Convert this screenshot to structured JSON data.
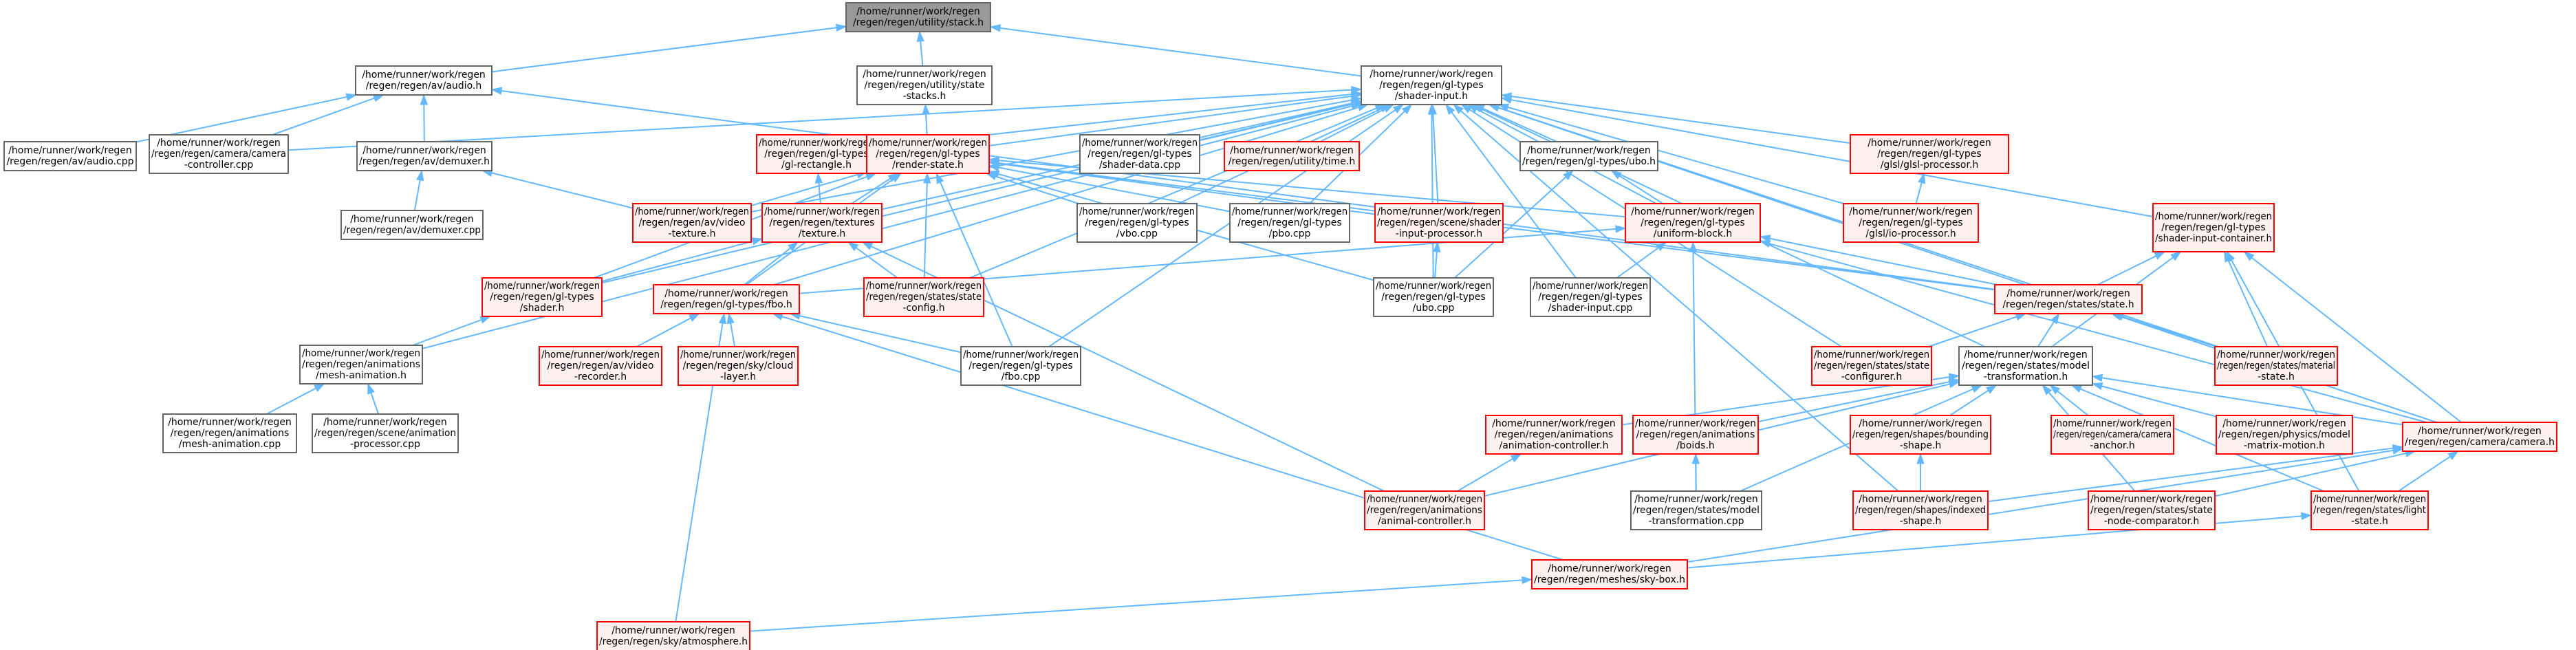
{
  "diagram": {
    "type": "include-dependency-graph",
    "colors": {
      "edge": "#63b8ff",
      "root_fill": "#999999",
      "node_border": "#666666",
      "incomplete_fill": "#fff0f0",
      "incomplete_border": "#ff0000"
    },
    "nodes": [
      {
        "id": "stack",
        "style": "root",
        "lines": [
          "/home/runner/work/regen",
          "/regen/regen/utility/stack.h"
        ]
      },
      {
        "id": "audio_h",
        "style": "normal",
        "lines": [
          "/home/runner/work/regen",
          "/regen/regen/av/audio.h"
        ]
      },
      {
        "id": "state_stacks",
        "style": "normal",
        "lines": [
          "/home/runner/work/regen",
          "/regen/regen/utility/state",
          "-stacks.h"
        ]
      },
      {
        "id": "shader_input_h",
        "style": "normal",
        "lines": [
          "/home/runner/work/regen",
          "/regen/regen/gl-types",
          "/shader-input.h"
        ]
      },
      {
        "id": "audio_cpp",
        "style": "normal",
        "lines": [
          "/home/runner/work/regen",
          "/regen/regen/av/audio.cpp"
        ]
      },
      {
        "id": "camera_controller",
        "style": "normal",
        "lines": [
          "/home/runner/work/regen",
          "/regen/regen/camera/camera",
          "-controller.cpp"
        ]
      },
      {
        "id": "demuxer_h",
        "style": "normal",
        "lines": [
          "/home/runner/work/regen",
          "/regen/regen/av/demuxer.h"
        ]
      },
      {
        "id": "gl_rectangle",
        "style": "red",
        "lines": [
          "/home/runner/work/regen",
          "/regen/regen/gl-types",
          "/gl-rectangle.h"
        ]
      },
      {
        "id": "render_state",
        "style": "red",
        "lines": [
          "/home/runner/work/regen",
          "/regen/regen/gl-types",
          "/render-state.h"
        ]
      },
      {
        "id": "shader_data_cpp",
        "style": "normal",
        "lines": [
          "/home/runner/work/regen",
          "/regen/regen/gl-types",
          "/shader-data.cpp"
        ]
      },
      {
        "id": "utility_time",
        "style": "red",
        "lines": [
          "/home/runner/work/regen",
          "/regen/regen/utility/time.h"
        ]
      },
      {
        "id": "ubo_h",
        "style": "normal",
        "lines": [
          "/home/runner/work/regen",
          "/regen/regen/gl-types/ubo.h"
        ]
      },
      {
        "id": "glsl_processor",
        "style": "red",
        "lines": [
          "/home/runner/work/regen",
          "/regen/regen/gl-types",
          "/glsl/glsl-processor.h"
        ]
      },
      {
        "id": "demuxer_cpp",
        "style": "normal",
        "lines": [
          "/home/runner/work/regen",
          "/regen/regen/av/demuxer.cpp"
        ]
      },
      {
        "id": "video_texture",
        "style": "red",
        "lines": [
          "/home/runner/work/regen",
          "/regen/regen/av/video",
          "-texture.h"
        ]
      },
      {
        "id": "textures_texture",
        "style": "red",
        "lines": [
          "/home/runner/work/regen",
          "/regen/regen/textures",
          "/texture.h"
        ]
      },
      {
        "id": "vbo_cpp",
        "style": "normal",
        "lines": [
          "/home/runner/work/regen",
          "/regen/regen/gl-types",
          "/vbo.cpp"
        ]
      },
      {
        "id": "pbo_cpp",
        "style": "normal",
        "lines": [
          "/home/runner/work/regen",
          "/regen/regen/gl-types",
          "/pbo.cpp"
        ]
      },
      {
        "id": "shader_input_processor",
        "style": "red",
        "lines": [
          "/home/runner/work/regen",
          "/regen/regen/scene/shader",
          "-input-processor.h"
        ]
      },
      {
        "id": "uniform_block",
        "style": "red",
        "lines": [
          "/home/runner/work/regen",
          "/regen/regen/gl-types",
          "/uniform-block.h"
        ]
      },
      {
        "id": "io_processor",
        "style": "red",
        "lines": [
          "/home/runner/work/regen",
          "/regen/regen/gl-types",
          "/glsl/io-processor.h"
        ]
      },
      {
        "id": "shader_input_container",
        "style": "red",
        "lines": [
          "/home/runner/work/regen",
          "/regen/regen/gl-types",
          "/shader-input-container.h"
        ]
      },
      {
        "id": "shader_h",
        "style": "red",
        "lines": [
          "/home/runner/work/regen",
          "/regen/regen/gl-types",
          "/shader.h"
        ]
      },
      {
        "id": "fbo_h",
        "style": "red",
        "lines": [
          "/home/runner/work/regen",
          "/regen/regen/gl-types/fbo.h"
        ]
      },
      {
        "id": "state_config",
        "style": "red",
        "lines": [
          "/home/runner/work/regen",
          "/regen/regen/states/state",
          "-config.h"
        ]
      },
      {
        "id": "ubo_cpp",
        "style": "normal",
        "lines": [
          "/home/runner/work/regen",
          "/regen/regen/gl-types",
          "/ubo.cpp"
        ]
      },
      {
        "id": "shader_input_cpp",
        "style": "normal",
        "lines": [
          "/home/runner/work/regen",
          "/regen/regen/gl-types",
          "/shader-input.cpp"
        ]
      },
      {
        "id": "states_state",
        "style": "red",
        "lines": [
          "/home/runner/work/regen",
          "/regen/regen/states/state.h"
        ]
      },
      {
        "id": "mesh_animation_h",
        "style": "normal",
        "lines": [
          "/home/runner/work/regen",
          "/regen/regen/animations",
          "/mesh-animation.h"
        ]
      },
      {
        "id": "video_recorder",
        "style": "red",
        "lines": [
          "/home/runner/work/regen",
          "/regen/regen/av/video",
          "-recorder.h"
        ]
      },
      {
        "id": "cloud_layer",
        "style": "red",
        "lines": [
          "/home/runner/work/regen",
          "/regen/regen/sky/cloud",
          "-layer.h"
        ]
      },
      {
        "id": "fbo_cpp",
        "style": "normal",
        "lines": [
          "/home/runner/work/regen",
          "/regen/regen/gl-types",
          "/fbo.cpp"
        ]
      },
      {
        "id": "state_configurer",
        "style": "red",
        "lines": [
          "/home/runner/work/regen",
          "/regen/regen/states/state",
          "-configurer.h"
        ]
      },
      {
        "id": "model_transformation_h",
        "style": "normal",
        "lines": [
          "/home/runner/work/regen",
          "/regen/regen/states/model",
          "-transformation.h"
        ]
      },
      {
        "id": "material_state",
        "style": "red",
        "lines": [
          "/home/runner/work/regen",
          "/regen/regen/states/material",
          "-state.h"
        ]
      },
      {
        "id": "mesh_animation_cpp",
        "style": "normal",
        "lines": [
          "/home/runner/work/regen",
          "/regen/regen/animations",
          "/mesh-animation.cpp"
        ]
      },
      {
        "id": "animation_processor",
        "style": "normal",
        "lines": [
          "/home/runner/work/regen",
          "/regen/regen/scene/animation",
          "-processor.cpp"
        ]
      },
      {
        "id": "animation_controller",
        "style": "red",
        "lines": [
          "/home/runner/work/regen",
          "/regen/regen/animations",
          "/animation-controller.h"
        ]
      },
      {
        "id": "boids",
        "style": "red",
        "lines": [
          "/home/runner/work/regen",
          "/regen/regen/animations",
          "/boids.h"
        ]
      },
      {
        "id": "bounding_shape",
        "style": "red",
        "lines": [
          "/home/runner/work/regen",
          "/regen/regen/shapes/bounding",
          "-shape.h"
        ]
      },
      {
        "id": "camera_anchor",
        "style": "red",
        "lines": [
          "/home/runner/work/regen",
          "/regen/regen/camera/camera",
          "-anchor.h"
        ]
      },
      {
        "id": "matrix_motion",
        "style": "red",
        "lines": [
          "/home/runner/work/regen",
          "/regen/regen/physics/model",
          "-matrix-motion.h"
        ]
      },
      {
        "id": "camera_h",
        "style": "red",
        "lines": [
          "/home/runner/work/regen",
          "/regen/regen/camera/camera.h"
        ]
      },
      {
        "id": "animal_controller",
        "style": "red",
        "lines": [
          "/home/runner/work/regen",
          "/regen/regen/animations",
          "/animal-controller.h"
        ]
      },
      {
        "id": "model_transformation_cpp",
        "style": "normal",
        "lines": [
          "/home/runner/work/regen",
          "/regen/regen/states/model",
          "-transformation.cpp"
        ]
      },
      {
        "id": "indexed_shape",
        "style": "red",
        "lines": [
          "/home/runner/work/regen",
          "/regen/regen/shapes/indexed",
          "-shape.h"
        ]
      },
      {
        "id": "node_comparator",
        "style": "red",
        "lines": [
          "/home/runner/work/regen",
          "/regen/regen/states/state",
          "-node-comparator.h"
        ]
      },
      {
        "id": "light_state",
        "style": "red",
        "lines": [
          "/home/runner/work/regen",
          "/regen/regen/states/light",
          "-state.h"
        ]
      },
      {
        "id": "sky_box",
        "style": "red",
        "lines": [
          "/home/runner/work/regen",
          "/regen/regen/meshes/sky-box.h"
        ]
      },
      {
        "id": "atmosphere",
        "style": "red",
        "lines": [
          "/home/runner/work/regen",
          "/regen/regen/sky/atmosphere.h"
        ]
      }
    ],
    "edges": [
      [
        "audio_h",
        "stack"
      ],
      [
        "state_stacks",
        "stack"
      ],
      [
        "shader_input_h",
        "stack"
      ],
      [
        "audio_cpp",
        "audio_h"
      ],
      [
        "camera_controller",
        "audio_h"
      ],
      [
        "demuxer_h",
        "audio_h"
      ],
      [
        "states_state",
        "audio_h"
      ],
      [
        "render_state",
        "state_stacks"
      ],
      [
        "mesh_animation_h",
        "shader_input_h"
      ],
      [
        "camera_controller",
        "shader_input_h"
      ],
      [
        "gl_rectangle",
        "shader_input_h"
      ],
      [
        "render_state",
        "shader_input_h"
      ],
      [
        "shader_data_cpp",
        "shader_input_h"
      ],
      [
        "utility_time",
        "shader_input_h"
      ],
      [
        "ubo_h",
        "shader_input_h"
      ],
      [
        "glsl_processor",
        "shader_input_h"
      ],
      [
        "video_texture",
        "shader_input_h"
      ],
      [
        "textures_texture",
        "shader_input_h"
      ],
      [
        "vbo_cpp",
        "shader_input_h"
      ],
      [
        "pbo_cpp",
        "shader_input_h"
      ],
      [
        "shader_input_processor",
        "shader_input_h"
      ],
      [
        "uniform_block",
        "shader_input_h"
      ],
      [
        "io_processor",
        "shader_input_h"
      ],
      [
        "shader_input_container",
        "shader_input_h"
      ],
      [
        "shader_h",
        "shader_input_h"
      ],
      [
        "fbo_h",
        "shader_input_h"
      ],
      [
        "state_config",
        "shader_input_h"
      ],
      [
        "ubo_cpp",
        "shader_input_h"
      ],
      [
        "shader_input_cpp",
        "shader_input_h"
      ],
      [
        "states_state",
        "shader_input_h"
      ],
      [
        "fbo_cpp",
        "shader_input_h"
      ],
      [
        "state_configurer",
        "shader_input_h"
      ],
      [
        "model_transformation_h",
        "shader_input_h"
      ],
      [
        "material_state",
        "shader_input_h"
      ],
      [
        "indexed_shape",
        "shader_input_h"
      ],
      [
        "demuxer_cpp",
        "demuxer_h"
      ],
      [
        "video_texture",
        "demuxer_h"
      ],
      [
        "textures_texture",
        "gl_rectangle"
      ],
      [
        "video_texture",
        "render_state"
      ],
      [
        "textures_texture",
        "render_state"
      ],
      [
        "vbo_cpp",
        "render_state"
      ],
      [
        "pbo_cpp",
        "render_state"
      ],
      [
        "shader_input_processor",
        "render_state"
      ],
      [
        "uniform_block",
        "render_state"
      ],
      [
        "shader_h",
        "render_state"
      ],
      [
        "fbo_h",
        "render_state"
      ],
      [
        "state_config",
        "render_state"
      ],
      [
        "ubo_cpp",
        "render_state"
      ],
      [
        "fbo_cpp",
        "render_state"
      ],
      [
        "states_state",
        "render_state"
      ],
      [
        "uniform_block",
        "ubo_h"
      ],
      [
        "ubo_cpp",
        "ubo_h"
      ],
      [
        "io_processor",
        "glsl_processor"
      ],
      [
        "shader_h",
        "textures_texture"
      ],
      [
        "fbo_h",
        "textures_texture"
      ],
      [
        "state_config",
        "textures_texture"
      ],
      [
        "animal_controller",
        "textures_texture"
      ],
      [
        "ubo_cpp",
        "shader_input_processor"
      ],
      [
        "fbo_h",
        "uniform_block"
      ],
      [
        "shader_input_cpp",
        "uniform_block"
      ],
      [
        "states_state",
        "uniform_block"
      ],
      [
        "camera_h",
        "uniform_block"
      ],
      [
        "model_transformation_cpp",
        "uniform_block"
      ],
      [
        "states_state",
        "shader_input_container"
      ],
      [
        "model_transformation_h",
        "shader_input_container"
      ],
      [
        "material_state",
        "shader_input_container"
      ],
      [
        "camera_h",
        "shader_input_container"
      ],
      [
        "light_state",
        "shader_input_container"
      ],
      [
        "mesh_animation_h",
        "shader_h"
      ],
      [
        "video_recorder",
        "fbo_h"
      ],
      [
        "cloud_layer",
        "fbo_h"
      ],
      [
        "fbo_cpp",
        "fbo_h"
      ],
      [
        "sky_box",
        "fbo_h"
      ],
      [
        "atmosphere",
        "fbo_h"
      ],
      [
        "state_configurer",
        "states_state"
      ],
      [
        "model_transformation_h",
        "states_state"
      ],
      [
        "material_state",
        "states_state"
      ],
      [
        "camera_h",
        "states_state"
      ],
      [
        "mesh_animation_cpp",
        "mesh_animation_h"
      ],
      [
        "animation_processor",
        "mesh_animation_h"
      ],
      [
        "animation_controller",
        "model_transformation_h"
      ],
      [
        "boids",
        "model_transformation_h"
      ],
      [
        "bounding_shape",
        "model_transformation_h"
      ],
      [
        "camera_anchor",
        "model_transformation_h"
      ],
      [
        "matrix_motion",
        "model_transformation_h"
      ],
      [
        "camera_h",
        "model_transformation_h"
      ],
      [
        "animal_controller",
        "model_transformation_h"
      ],
      [
        "model_transformation_cpp",
        "model_transformation_h"
      ],
      [
        "node_comparator",
        "model_transformation_h"
      ],
      [
        "light_state",
        "model_transformation_h"
      ],
      [
        "animal_controller",
        "animation_controller"
      ],
      [
        "model_transformation_cpp",
        "boids"
      ],
      [
        "indexed_shape",
        "bounding_shape"
      ],
      [
        "indexed_shape",
        "camera_h"
      ],
      [
        "node_comparator",
        "camera_h"
      ],
      [
        "light_state",
        "camera_h"
      ],
      [
        "sky_box",
        "camera_h"
      ],
      [
        "sky_box",
        "light_state"
      ],
      [
        "atmosphere",
        "sky_box"
      ]
    ]
  }
}
